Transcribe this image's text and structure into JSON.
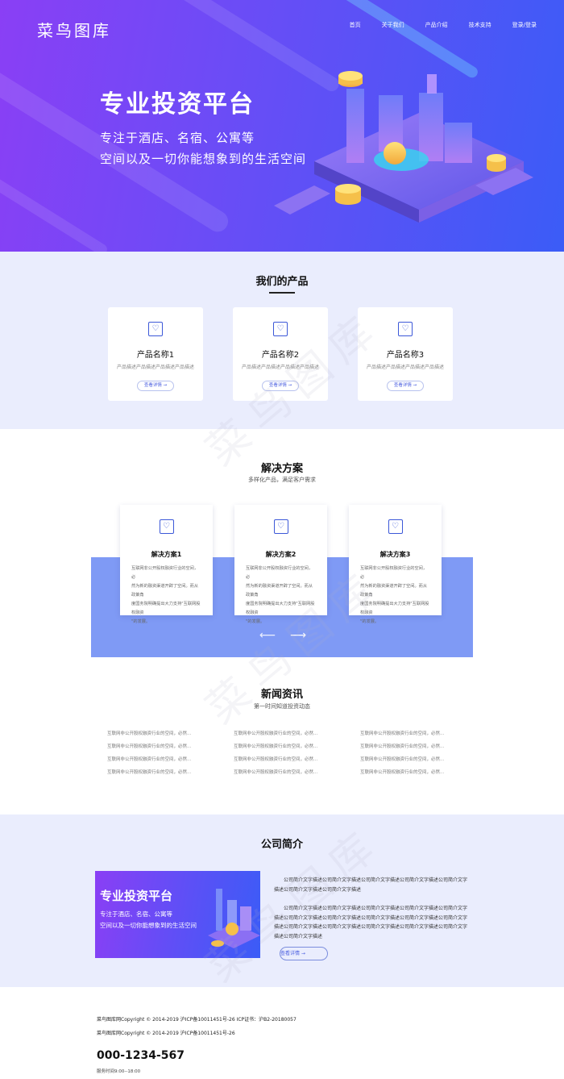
{
  "brand": {
    "logo": "菜鸟图库"
  },
  "nav": {
    "items": [
      "首页",
      "关于我们",
      "产品介绍",
      "技术支持",
      "登录/登录"
    ]
  },
  "hero": {
    "title": "专业投资平台",
    "line1": "专注于酒店、名宿、公寓等",
    "line2": "空间以及一切你能想象到的生活空间"
  },
  "products": {
    "title": "我们的产品",
    "items": [
      {
        "name": "产品名称1",
        "desc": "产品描述产品描述产品描述产品描述",
        "button": "查看详情 →"
      },
      {
        "name": "产品名称2",
        "desc": "产品描述产品描述产品描述产品描述",
        "button": "查看详情 →"
      },
      {
        "name": "产品名称3",
        "desc": "产品描述产品描述产品描述产品描述",
        "button": "查看详情 →"
      }
    ]
  },
  "solutions": {
    "title": "解决方案",
    "subtitle": "多样化产品，满足客户需求",
    "items": [
      {
        "name": "解决方案1",
        "lines": [
          "互联网非公开股权融资行业的空间，必",
          "然为新的融资渠道开辟了空间。而从政策角",
          "度国务院明确提出大力支持\"互联网股权融资",
          "\"的发展。"
        ]
      },
      {
        "name": "解决方案2",
        "lines": [
          "互联网非公开股权融资行业的空间，必",
          "然为新的融资渠道开辟了空间。而从政策角",
          "度国务院明确提出大力支持\"互联网股权融资",
          "\"的发展。"
        ]
      },
      {
        "name": "解决方案3",
        "lines": [
          "互联网非公开股权融资行业的空间，必",
          "然为新的融资渠道开辟了空间。而从政策角",
          "度国务院明确提出大力支持\"互联网股权融资",
          "\"的发展。"
        ]
      }
    ],
    "prev": "⟵",
    "next": "⟶"
  },
  "news": {
    "title": "新闻资讯",
    "subtitle": "第一时间知道投资动态",
    "columns": [
      [
        "互联网非公开股权融资行业的空间，必然...",
        "互联网非公开股权融资行业的空间，必然...",
        "互联网非公开股权融资行业的空间，必然...",
        "互联网非公开股权融资行业的空间，必然..."
      ],
      [
        "互联网非公开股权融资行业的空间，必然...",
        "互联网非公开股权融资行业的空间，必然...",
        "互联网非公开股权融资行业的空间，必然...",
        "互联网非公开股权融资行业的空间，必然..."
      ],
      [
        "互联网非公开股权融资行业的空间，必然...",
        "互联网非公开股权融资行业的空间，必然...",
        "互联网非公开股权融资行业的空间，必然...",
        "互联网非公开股权融资行业的空间，必然..."
      ]
    ]
  },
  "about": {
    "title": "公司简介",
    "image_title": "专业投资平台",
    "image_line1": "专注于酒店、名宿、公寓等",
    "image_line2": "空间以及一切你能想象到的生活空间",
    "para1": "公司简介文字描述公司简介文字描述公司简介文字描述公司简介文字描述公司简介文字描述公司简介文字描述公司简介文字描述",
    "para2": "公司简介文字描述公司简介文字描述公司简介文字描述公司简介文字描述公司简介文字描述公司简介文字描述公司简介文字描述公司简介文字描述公司简介文字描述公司简介文字描述公司简介文字描述公司简介文字描述公司简介文字描述公司简介文字描述公司简介文字描述公司简介文字描述",
    "button": "查看详情 →"
  },
  "footer": {
    "line1": "菜鸟图库网Copyright © 2014-2019 沪ICP备10011451号-26   ICP证书：沪B2-20180057",
    "line2": "菜鸟图库网Copyright © 2014-2019 沪ICP备10011451号-26",
    "phone": "000-1234-567",
    "hours": "服务时间9:00--18:00"
  },
  "watermark": "菜鸟图库",
  "colors": {
    "accent": "#3c58d8",
    "solution_band": "#7f9af5",
    "section_bg": "#eaedfd"
  }
}
